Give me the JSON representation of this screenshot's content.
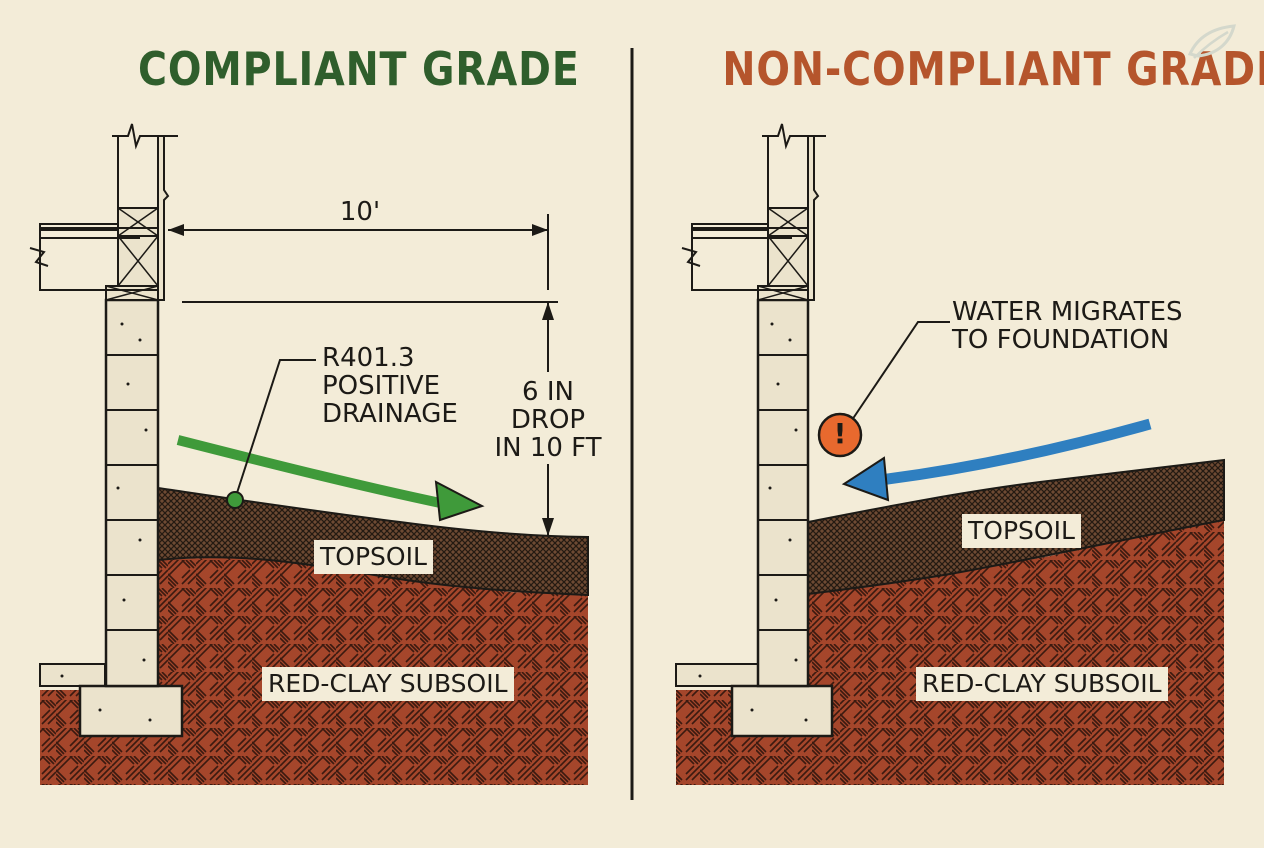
{
  "left_panel": {
    "title": "COMPLIANT GRADE",
    "title_color": "#2f5e2c",
    "dimension_horizontal": "10'",
    "code_label": [
      "R401.3",
      "POSITIVE",
      "DRAINAGE"
    ],
    "drop_label": [
      "6 IN",
      "DROP",
      "IN 10 FT"
    ],
    "topsoil_label": "TOPSOIL",
    "subsoil_label": "RED-CLAY SUBSOIL",
    "arrow_color": "#3f9a3a"
  },
  "right_panel": {
    "title": "NON-COMPLIANT GRADE",
    "title_color": "#b5552c",
    "water_label": [
      "WATER MIGRATES",
      "TO FOUNDATION"
    ],
    "warning_symbol": "!",
    "topsoil_label": "TOPSOIL",
    "subsoil_label": "RED-CLAY SUBSOIL",
    "arrow_color": "#2f7fc0",
    "warning_color": "#e8692e"
  },
  "colors": {
    "background": "#f3ecd8",
    "topsoil": "#6e4a33",
    "subsoil": "#a5462b",
    "line": "#1c1a16"
  },
  "icons": {
    "watermark": "leaf-logo-icon",
    "warning": "exclamation-warning-icon"
  }
}
